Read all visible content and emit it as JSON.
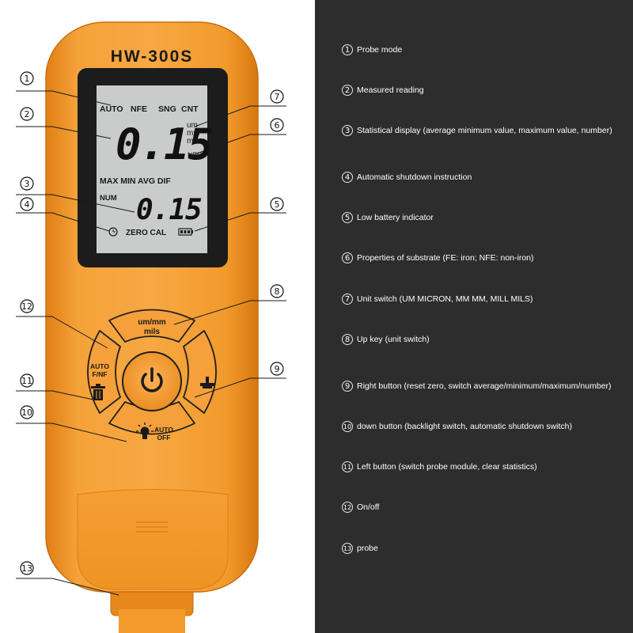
{
  "device": {
    "model": "HW-300S",
    "lcd": {
      "mode_auto": "AUTO",
      "mode_nfe": "NFE",
      "mode_sng": "SNG",
      "mode_cnt": "CNT",
      "main_reading": "0.15",
      "unit_um": "um",
      "unit_mm": "mm",
      "unit_mils": "mils",
      "substrate": "NFE",
      "stats_labels": "MAX MIN AVG DIF",
      "num_label": "NUM",
      "stat_reading": "0.15",
      "zero_cal": "ZERO CAL"
    },
    "buttons": {
      "up_line1": "um/mm",
      "up_line2": "mils",
      "left_line1": "AUTO",
      "left_line2": "F/NF",
      "down_label_line1": "AUTO",
      "down_label_line2": "OFF"
    }
  },
  "callouts": [
    "1",
    "2",
    "3",
    "4",
    "5",
    "6",
    "7",
    "8",
    "9",
    "10",
    "11",
    "12",
    "13"
  ],
  "legend": [
    {
      "num": "1",
      "text": "Probe mode"
    },
    {
      "num": "2",
      "text": "Measured reading"
    },
    {
      "num": "3",
      "text": "Statistical display (average minimum value, maximum value, number)"
    },
    {
      "num": "4",
      "text": "Automatic shutdown instruction"
    },
    {
      "num": "5",
      "text": "Low battery indicator"
    },
    {
      "num": "6",
      "text": "Properties of substrate (FE: iron; NFE: non-iron)"
    },
    {
      "num": "7",
      "text": "Unit switch (UM MICRON, MM MM, MILL MILS)"
    },
    {
      "num": "8",
      "text": "Up key (unit switch)"
    },
    {
      "num": "9",
      "text": "Right button (reset zero, switch average/minimum/maximum/number)"
    },
    {
      "num": "10",
      "text": "down button (backlight switch, automatic shutdown switch)"
    },
    {
      "num": "11",
      "text": "Left button (switch probe module, clear statistics)"
    },
    {
      "num": "12",
      "text": "On/off"
    },
    {
      "num": "13",
      "text": "probe"
    }
  ],
  "colors": {
    "body_orange": "#f39a2e",
    "body_dark": "#d97a12",
    "lcd_bg": "#c9cbc8",
    "panel_dark": "#2d2d2d"
  }
}
